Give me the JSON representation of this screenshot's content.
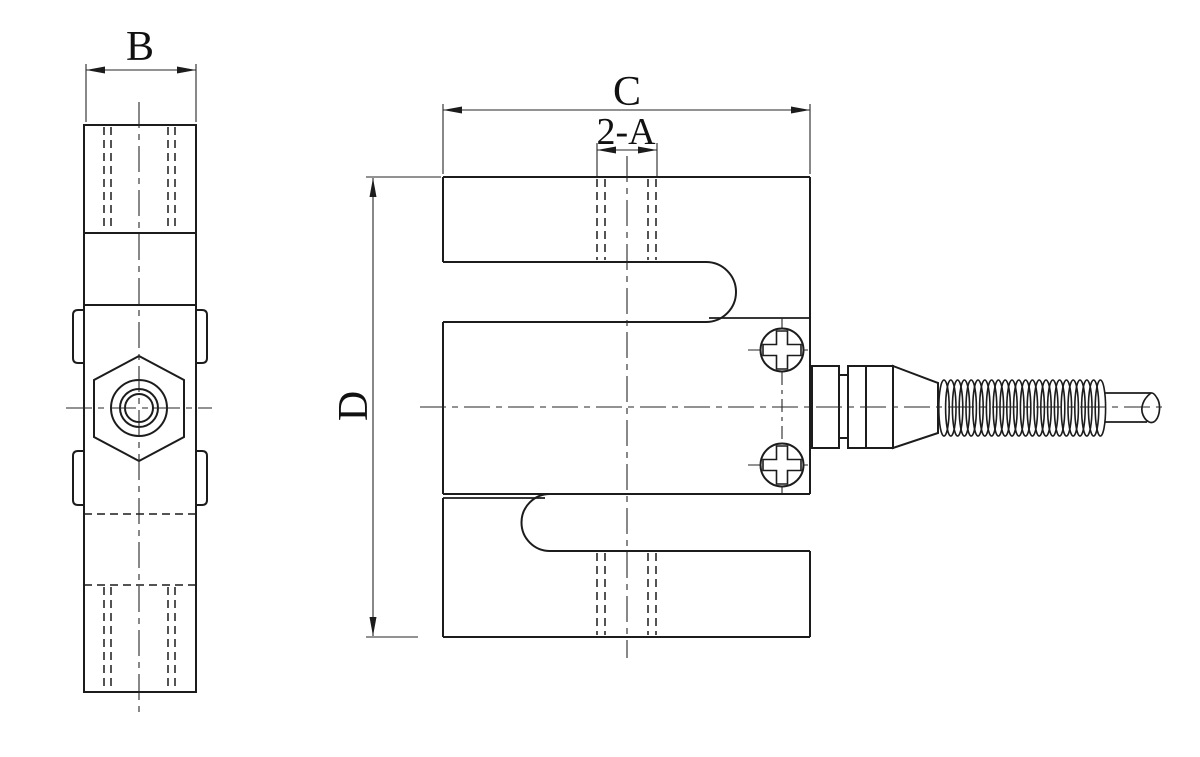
{
  "labels": {
    "top_width": "B",
    "overall_length": "C",
    "thread_holes": "2-A",
    "overall_height": "D"
  },
  "style": {
    "line_color": "#1c1c1c",
    "background": "#ffffff"
  }
}
